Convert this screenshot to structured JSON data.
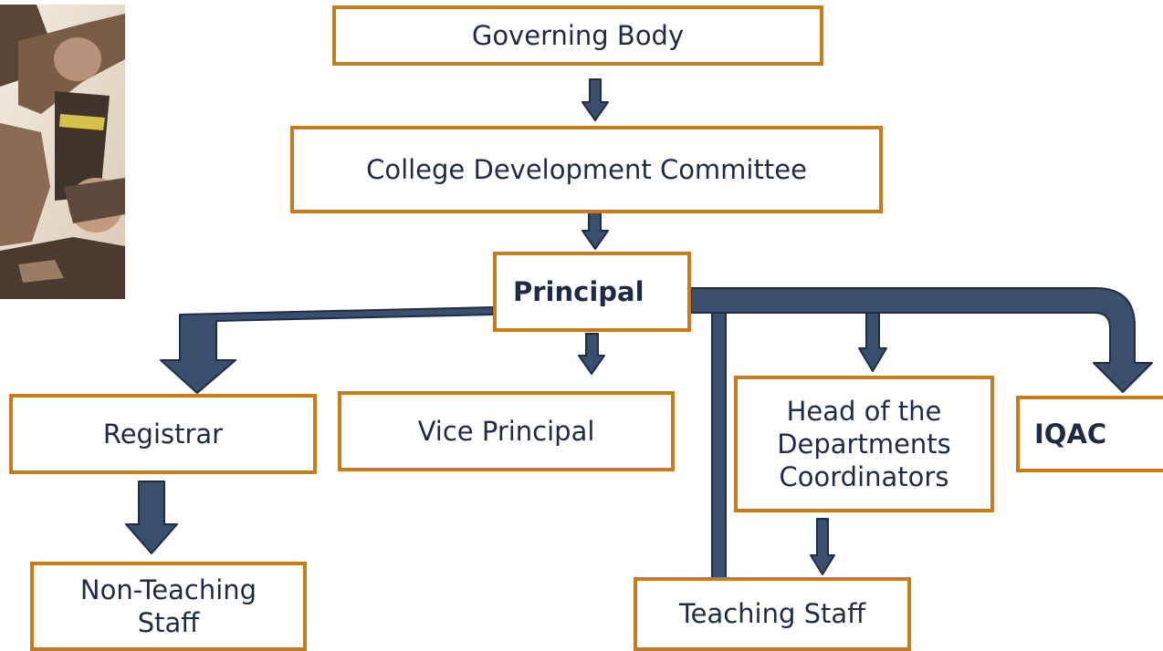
{
  "diagram": {
    "nodes": {
      "governing_body": "Governing Body",
      "college_development_committee": "College Development Committee",
      "principal": "Principal",
      "registrar": "Registrar",
      "vice_principal": "Vice Principal",
      "head_of_departments_line1": "Head of the",
      "head_of_departments_line2": "Departments",
      "head_of_departments_line3": "Coordinators",
      "iqac": "IQAC",
      "non_teaching_staff_line1": "Non-Teaching",
      "non_teaching_staff_line2": "Staff",
      "teaching_staff": "Teaching Staff"
    },
    "edges": [
      {
        "from": "Governing Body",
        "to": "College Development Committee"
      },
      {
        "from": "College Development Committee",
        "to": "Principal"
      },
      {
        "from": "Principal",
        "to": "Registrar"
      },
      {
        "from": "Principal",
        "to": "Vice Principal"
      },
      {
        "from": "Principal",
        "to": "Head of the Departments Coordinators"
      },
      {
        "from": "Principal",
        "to": "IQAC"
      },
      {
        "from": "Principal",
        "to": "Teaching Staff"
      },
      {
        "from": "Registrar",
        "to": "Non-Teaching Staff"
      },
      {
        "from": "Head of the Departments Coordinators",
        "to": "Teaching Staff"
      }
    ],
    "colors": {
      "box_border": "#c97a1a",
      "arrow_fill": "#3a4f6e",
      "arrow_outline": "#1f2d44",
      "text": "#1f2a44"
    },
    "side_image": "people-team-photo"
  }
}
